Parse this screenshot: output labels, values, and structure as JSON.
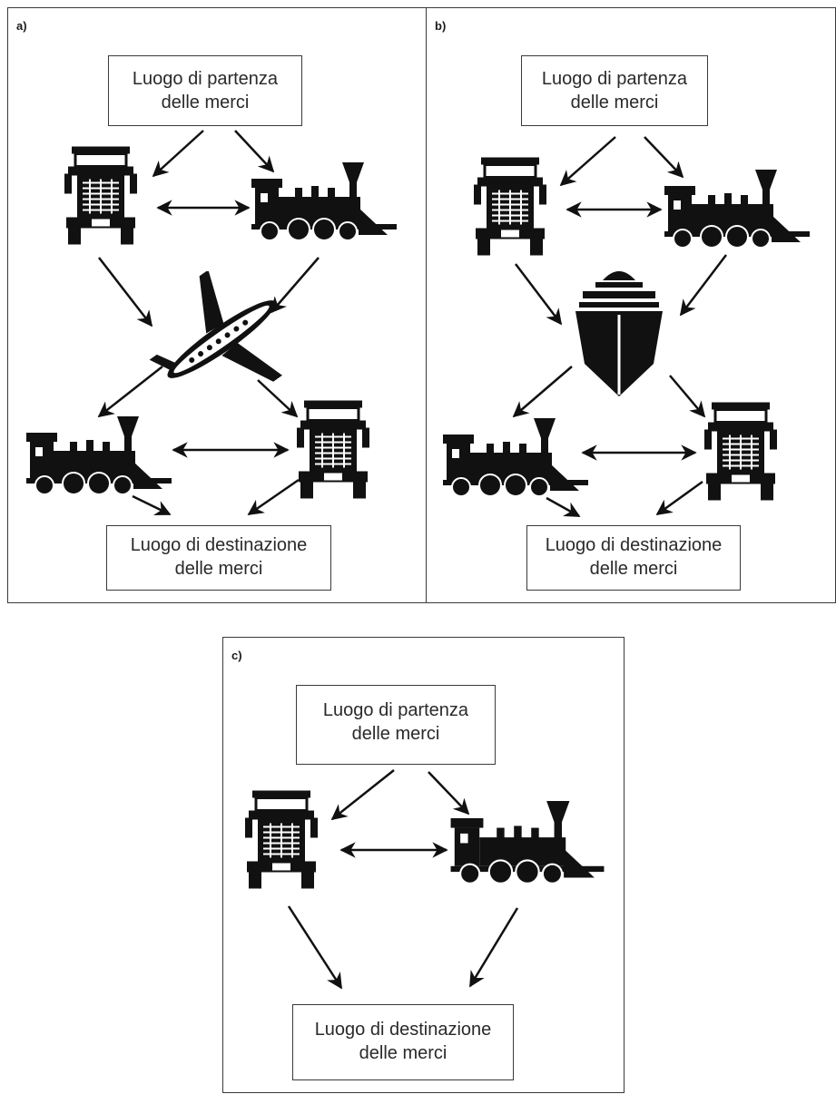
{
  "panels": [
    {
      "letter": "a)",
      "hub": "airplane-icon",
      "origin": {
        "line1": "Luogo di partenza",
        "line2": "delle merci"
      },
      "destination": {
        "line1": "Luogo di destinazione",
        "line2": "delle merci"
      }
    },
    {
      "letter": "b)",
      "hub": "ship-icon",
      "origin": {
        "line1": "Luogo di partenza",
        "line2": "delle merci"
      },
      "destination": {
        "line1": "Luogo di destinazione",
        "line2": "delle merci"
      }
    },
    {
      "letter": "c)",
      "hub": "",
      "origin": {
        "line1": "Luogo di partenza",
        "line2": "delle merci"
      },
      "destination": {
        "line1": "Luogo di destinazione",
        "line2": "delle merci"
      }
    }
  ],
  "colors": {
    "ink": "#111111",
    "border": "#3a3a3a",
    "background": "#ffffff"
  }
}
